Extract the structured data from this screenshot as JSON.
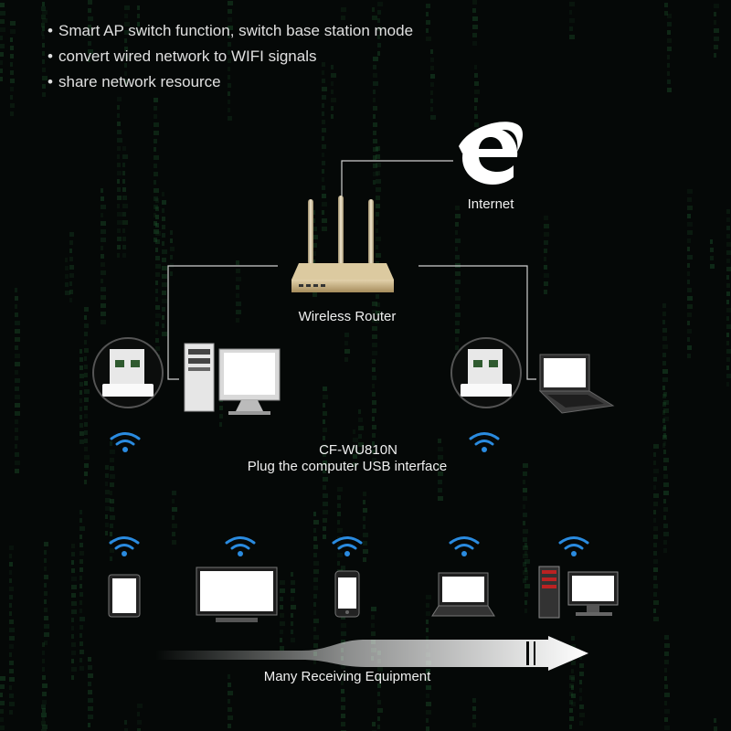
{
  "features": [
    "Smart AP switch function, switch base station mode",
    "convert wired network to WIFI signals",
    "share network resource"
  ],
  "internet_label": "Internet",
  "router_label": "Wireless Router",
  "adapter_model": "CF-WU810N",
  "adapter_caption": "Plug the computer USB interface",
  "receivers_caption": "Many Receiving Equipment",
  "colors": {
    "background": "#050807",
    "matrix_code": "#1e5a2e",
    "wifi": "#2a8be0",
    "router_body": "#c9b48a",
    "line": "#cfcfcf",
    "ie_logo": "#ffffff"
  },
  "icons": {
    "internet": "ie-logo-icon",
    "wifi": "wifi-icon",
    "router": "router-icon"
  }
}
